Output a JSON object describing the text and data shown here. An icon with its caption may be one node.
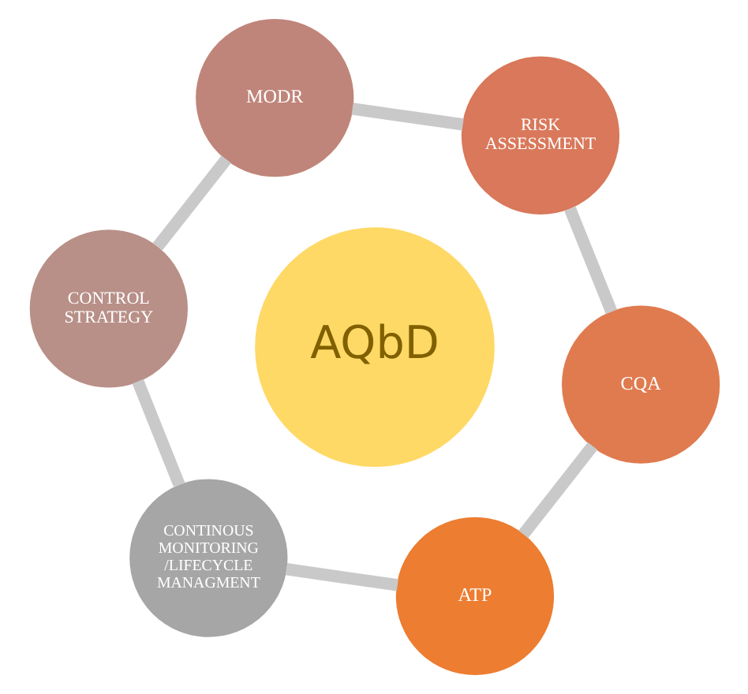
{
  "diagram": {
    "nodes": [
      {
        "text": [
          "AQbD"
        ]
      },
      {
        "text": [
          "ATP"
        ]
      },
      {
        "text": [
          "CQA"
        ]
      },
      {
        "text": [
          "RISK ASSESSMENT"
        ]
      },
      {
        "text": [
          "MODR"
        ]
      },
      {
        "text": [
          "CONTROL STRATEGY"
        ]
      },
      {
        "text": [
          "CONTINOUS MONITORING /LIFECYCLE MANAGMENT"
        ]
      }
    ],
    "edges": [
      {
        "from": 1,
        "to": 2,
        "arrow": "none"
      },
      {
        "from": 2,
        "to": 3,
        "arrow": "none"
      },
      {
        "from": 3,
        "to": 4,
        "arrow": "none"
      },
      {
        "from": 4,
        "to": 5,
        "arrow": "none"
      },
      {
        "from": 5,
        "to": 6,
        "arrow": "none"
      },
      {
        "from": 6,
        "to": 1,
        "arrow": "none"
      }
    ]
  }
}
